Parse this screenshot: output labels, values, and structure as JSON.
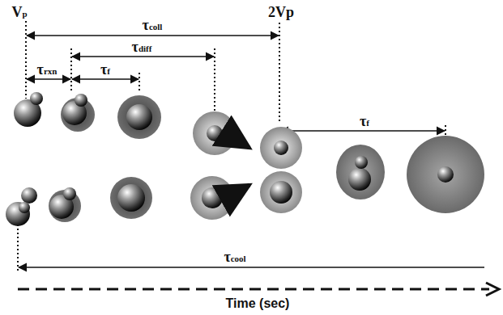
{
  "diagram": {
    "labels": [
      "Vp",
      "τcoll",
      "2Vp",
      "τrxn",
      "τdiff",
      "τf",
      "τf",
      "τcool",
      "Time (sec)"
    ]
  }
}
